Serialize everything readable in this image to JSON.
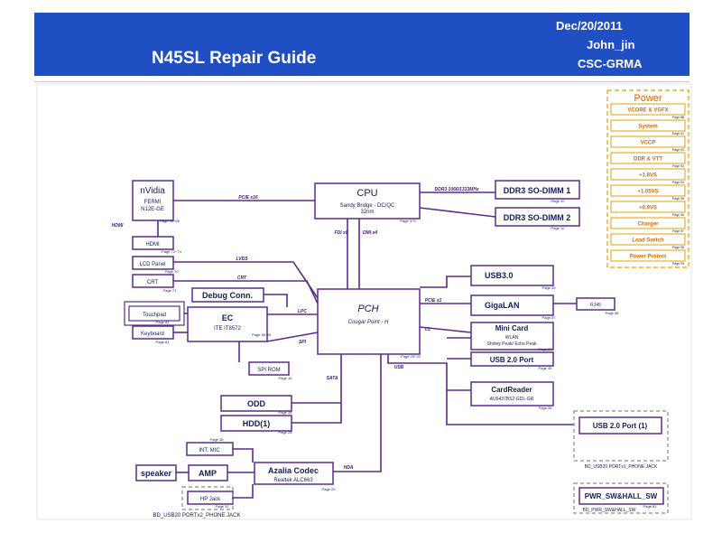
{
  "header": {
    "title": "N45SL Repair Guide",
    "date": "Dec/20/2011",
    "author": "John_jin",
    "org": "CSC-GRMA"
  },
  "colors": {
    "header_bg": "#1f4fc2",
    "block_border": "#5b2b8a",
    "bus_line": "#5b2b8a",
    "power_border": "#e0a000",
    "power_text": "#d36a00"
  },
  "blocks": {
    "nvidia": {
      "title": "nVidia",
      "line1": "FERMI",
      "line2": "N12E-GE",
      "page": "Page 39~66"
    },
    "cpu": {
      "title": "CPU",
      "line1": "Sandy Bridge - DC/QC",
      "line2": "32nm",
      "page": "Page 3~9"
    },
    "ddr3_1": {
      "title": "DDR3 SO-DIMM 1",
      "page": "Page 10"
    },
    "ddr3_2": {
      "title": "DDR3 SO-DIMM 2",
      "page": "Page 10"
    },
    "hdmi": {
      "title": "HDMI",
      "page": "Page 72~74"
    },
    "lcd": {
      "title": "LCD Panel",
      "page": "Page 70"
    },
    "crt": {
      "title": "CRT",
      "page": "Page 71"
    },
    "debug": {
      "title": "Debug Conn."
    },
    "ec": {
      "title": "EC",
      "line1": "ITE IT8572",
      "page": "Page 80~81"
    },
    "touchpad": {
      "title": "Touchpad",
      "page": "Page 81"
    },
    "keyboard": {
      "title": "Keyboard",
      "page": "Page 81"
    },
    "spirom": {
      "title": "SPI ROM",
      "page": "Page 15"
    },
    "pch": {
      "title": "PCH",
      "line1": "Cougar Point - H",
      "page": "Page 20~33"
    },
    "usb30": {
      "title": "USB3.0",
      "page": "Page 49"
    },
    "gigalan": {
      "title": "GigaLAN",
      "page": "Page 57"
    },
    "rj45": {
      "title": "RJ45",
      "page": "Page 58"
    },
    "minicard": {
      "title": "Mini Card",
      "line1": "WLAN",
      "line2": "Shirley Peak/ Echo Peak",
      "page": "Page 53"
    },
    "usb20": {
      "title": "USB 2.0 Port",
      "page": "Page 45"
    },
    "cardreader": {
      "title": "CardReader",
      "line1": "AU6437BS2-GDL-GR",
      "page": "Page 55"
    },
    "usb20_1": {
      "title": "USB 2.0 Port (1)",
      "board": "BD_USB20 PORTx1_PHONE JACK"
    },
    "odd": {
      "title": "ODD",
      "page": "Page 28"
    },
    "hdd": {
      "title": "HDD(1)",
      "page": "Page 28"
    },
    "intmic": {
      "title": "INT. MIC",
      "page": "Page 38"
    },
    "speaker": {
      "title": "speaker"
    },
    "amp": {
      "title": "AMP"
    },
    "azalia": {
      "title": "Azalia Codec",
      "line1": "Realtek ALC663",
      "page": "Page 29"
    },
    "hpjack": {
      "title": "HP Jack",
      "page": "Page 31"
    },
    "board_bottom": {
      "title": "BD_USB20 PORTx2_PHONE JACK"
    },
    "pwrsw": {
      "title": "PWR_SW&HALL_SW",
      "board": "BD_PWR_SW&HALL_SW",
      "page": "Page 81"
    }
  },
  "buses": {
    "cpu_gpu": "PCIE x16",
    "cpu_ddr": "DDR3 1066/1333MHz",
    "hdmi": "HDMI",
    "lvds": "LVDS",
    "crt": "CRT",
    "fdi": "FDI x8",
    "dmi": "DMI x4",
    "lpc": "LPC",
    "spi": "SPI",
    "pcie_lan": "PCIE x1",
    "cl": "CL",
    "usb": "USB",
    "sata": "SATA",
    "hda": "HDA"
  },
  "power": {
    "title": "Power",
    "items": [
      {
        "label": "VCORE & VGFX",
        "page": "Page 88"
      },
      {
        "label": "System",
        "page": "Page 91"
      },
      {
        "label": "VCCP",
        "page": "Page 92"
      },
      {
        "label": "DDR & VTT",
        "page": "Page 93"
      },
      {
        "label": "+1.8VS",
        "page": "Page 94"
      },
      {
        "label": "+1.05VS",
        "page": "Page 95"
      },
      {
        "label": "+0.9VS",
        "page": "Page 96"
      },
      {
        "label": "Charger",
        "page": "Page 97"
      },
      {
        "label": "Load Switch",
        "page": "Page 98"
      },
      {
        "label": "Power Protect",
        "page": "Page 99"
      }
    ]
  }
}
